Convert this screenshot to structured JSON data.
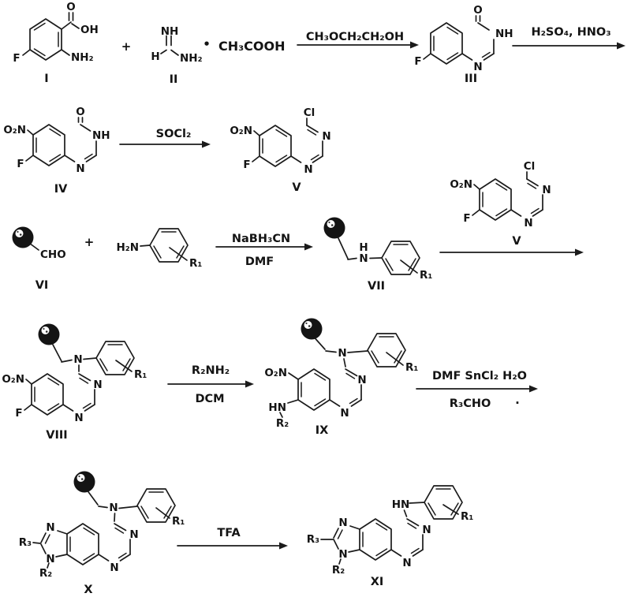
{
  "figure": {
    "kind": "chemical reaction scheme",
    "steps_count": 8
  },
  "colors": {
    "ink": "#1b1b1b",
    "background": "#ffffff"
  },
  "compounds": {
    "I": {
      "numeral": "I",
      "atoms": {
        "O": "O",
        "OH": "OH",
        "NH2": "NH₂",
        "F": "F"
      }
    },
    "II": {
      "numeral": "II",
      "atoms": {
        "NH": "NH",
        "H": "H",
        "NH2": "NH₂"
      },
      "salt": "CH₃COOH"
    },
    "III": {
      "numeral": "III",
      "atoms": {
        "O": "O",
        "NH": "NH",
        "N1": "N",
        "F": "F"
      }
    },
    "IV": {
      "numeral": "IV",
      "atoms": {
        "O2N": "O₂N",
        "O": "O",
        "NH": "NH",
        "N1": "N",
        "F": "F"
      }
    },
    "V": {
      "numeral": "V",
      "atoms": {
        "Cl": "Cl",
        "O2N": "O₂N",
        "N3": "N",
        "N1": "N",
        "F": "F"
      }
    },
    "VI": {
      "numeral": "VI",
      "atoms": {
        "CHO": "CHO"
      }
    },
    "aniline": {
      "atoms": {
        "H2N": "H₂N",
        "R1": "R₁"
      }
    },
    "VII": {
      "numeral": "VII",
      "atoms": {
        "H": "H",
        "N": "N",
        "R1": "R₁"
      }
    },
    "VIII": {
      "numeral": "VIII",
      "atoms": {
        "O2N": "O₂N",
        "F": "F",
        "N": "N",
        "N3": "N",
        "N1": "N",
        "R1": "R₁"
      }
    },
    "IX": {
      "numeral": "IX",
      "atoms": {
        "O2N": "O₂N",
        "HN": "HN",
        "R2": "R₂",
        "N": "N",
        "N3": "N",
        "N1": "N",
        "R1": "R₁"
      }
    },
    "X": {
      "numeral": "X",
      "atoms": {
        "R3": "R₃",
        "N3im": "N",
        "N1im": "N",
        "R2": "R₂",
        "N": "N",
        "N3": "N",
        "N1": "N",
        "R1": "R₁"
      }
    },
    "XI": {
      "numeral": "XI",
      "atoms": {
        "R3": "R₃",
        "N3im": "N",
        "N1im": "N",
        "R2": "R₂",
        "HN": "HN",
        "N3": "N",
        "N1": "N",
        "R1": "R₁"
      }
    }
  },
  "operators": {
    "plus_row1": "+",
    "salt_dot": "•",
    "plus_row3": "+",
    "period": "."
  },
  "steps": {
    "s1": {
      "above": "CH₃OCH₂CH₂OH"
    },
    "s2": {
      "above": "H₂SO₄, HNO₃"
    },
    "s3": {
      "above": "SOCl₂"
    },
    "s4": {
      "above": "NaBH₃CN",
      "below": "DMF"
    },
    "s6": {
      "above": "R₂NH₂",
      "below": "DCM"
    },
    "s7": {
      "above": "DMF SnCl₂ H₂O",
      "below": "R₃CHO"
    },
    "s8": {
      "above": "TFA"
    }
  }
}
